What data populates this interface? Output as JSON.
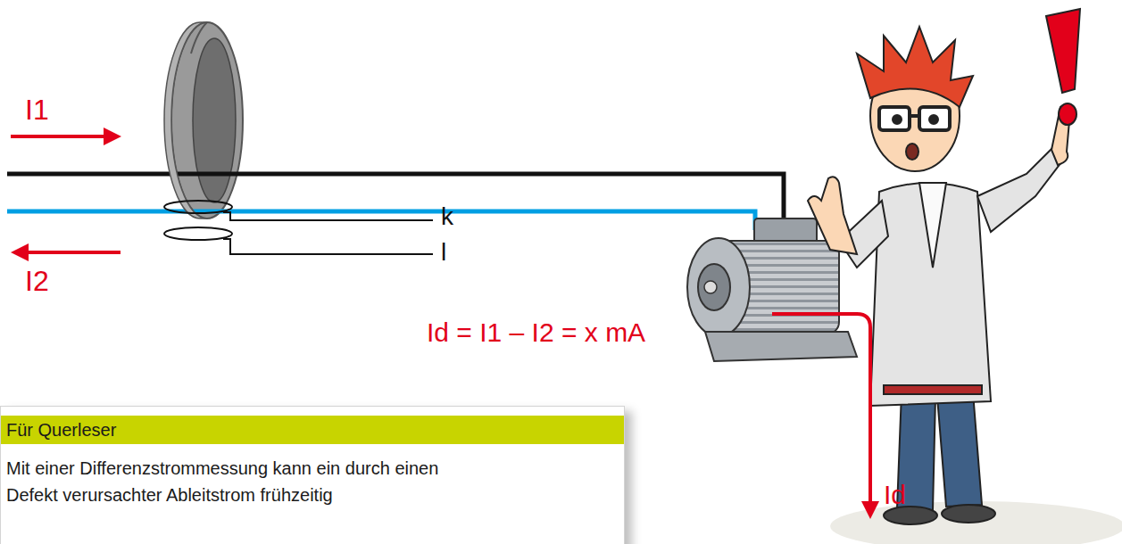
{
  "diagram": {
    "nodes": [
      {
        "text": [
          "Für Querleser",
          "Mit einer Differenzstrommessung kann ein durch einen Defekt verursachter Ableitstrom frühzeitig"
        ]
      }
    ],
    "labels": [
      "I1",
      "I2",
      "k",
      "l",
      "Id = I1 – I2 = x mA",
      "Id"
    ]
  }
}
